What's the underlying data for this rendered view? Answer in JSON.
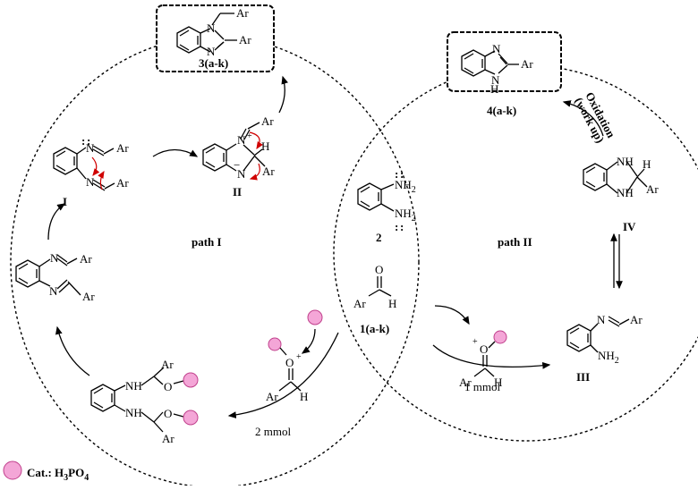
{
  "catalyst_legend": {
    "prefix": "Cat.: H",
    "sub1": "3",
    "mid": "PO",
    "sub2": "4",
    "color": "#f4a6d7"
  },
  "paths": {
    "path_one": "path I",
    "path_two": "path II"
  },
  "compounds": {
    "product_3": "3(a-k)",
    "product_4": "4(a-k)",
    "diamine": "2",
    "aldehyde": "1(a-k)",
    "int_I": "I",
    "int_II": "II",
    "int_III": "III",
    "int_IV": "IV"
  },
  "atoms": {
    "ar": "Ar",
    "n": "N",
    "nh": "NH",
    "h": "H",
    "o": "O",
    "nh2": "NH",
    "two": "2",
    "plus": "+",
    "minus": "−",
    "lone_pair": ":"
  },
  "step_labels": {
    "oxidation": "Oxidation",
    "work_up": "(work up)",
    "amount_one": "1 mmol",
    "amount_two": "2 mmol"
  },
  "colors": {
    "catalyst": "#f4a6d7",
    "catalyst_stroke": "#c0408c",
    "arrow_red": "#d00000",
    "line": "#000000"
  }
}
